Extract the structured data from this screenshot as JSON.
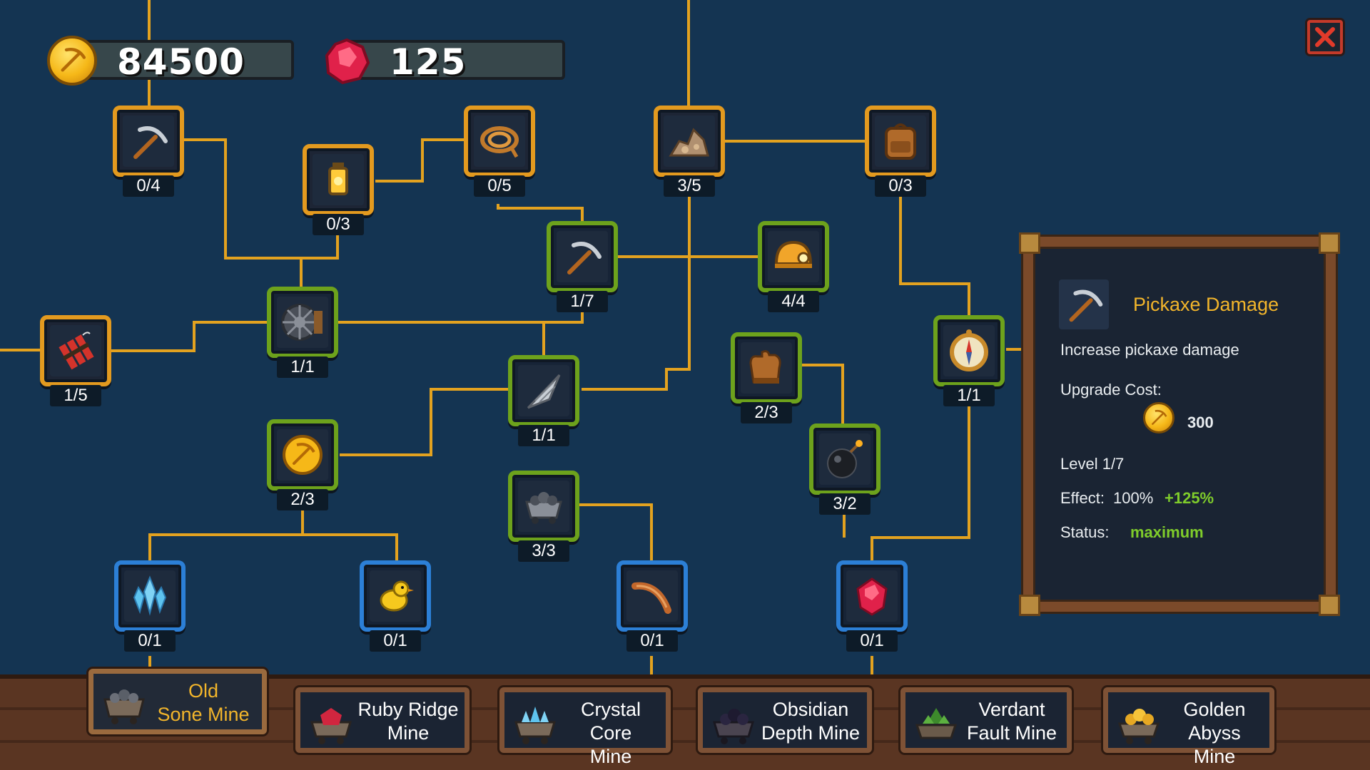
{
  "currency": {
    "gold": "84500",
    "gems": "125"
  },
  "nodes": [
    {
      "id": "pickaxe-top",
      "level": "0/4",
      "icon": "pickaxe-icon",
      "tier": "orange"
    },
    {
      "id": "lantern",
      "level": "0/3",
      "icon": "lantern-icon",
      "tier": "orange"
    },
    {
      "id": "rope",
      "level": "0/5",
      "icon": "rope-icon",
      "tier": "orange"
    },
    {
      "id": "ore-pile",
      "level": "3/5",
      "icon": "ore-pile-icon",
      "tier": "orange"
    },
    {
      "id": "backpack",
      "level": "0/3",
      "icon": "backpack-icon",
      "tier": "orange"
    },
    {
      "id": "pickaxe-damage",
      "level": "1/7",
      "icon": "pickaxe-icon",
      "tier": "green"
    },
    {
      "id": "helmet",
      "level": "4/4",
      "icon": "mining-helmet-icon",
      "tier": "green"
    },
    {
      "id": "dynamite",
      "level": "1/5",
      "icon": "dynamite-icon",
      "tier": "orange"
    },
    {
      "id": "wheel",
      "level": "1/1",
      "icon": "cart-wheel-icon",
      "tier": "green"
    },
    {
      "id": "compass",
      "level": "1/1",
      "icon": "compass-icon",
      "tier": "green"
    },
    {
      "id": "drill",
      "level": "1/1",
      "icon": "drill-icon",
      "tier": "green"
    },
    {
      "id": "gloves",
      "level": "2/3",
      "icon": "gloves-icon",
      "tier": "green"
    },
    {
      "id": "gold-coin",
      "level": "2/3",
      "icon": "gold-coin-icon",
      "tier": "green"
    },
    {
      "id": "bomb",
      "level": "3/2",
      "icon": "bomb-icon",
      "tier": "green"
    },
    {
      "id": "ore-cart",
      "level": "3/3",
      "icon": "ore-cart-icon",
      "tier": "green"
    },
    {
      "id": "crystal",
      "level": "0/1",
      "icon": "crystal-icon",
      "tier": "blue"
    },
    {
      "id": "canary",
      "level": "0/1",
      "icon": "canary-icon",
      "tier": "blue"
    },
    {
      "id": "boomerang",
      "level": "0/1",
      "icon": "boomerang-icon",
      "tier": "blue"
    },
    {
      "id": "ruby",
      "level": "0/1",
      "icon": "ruby-icon",
      "tier": "blue"
    }
  ],
  "panel": {
    "title": "Pickaxe Damage",
    "description": "Increase pickaxe damage",
    "cost_label": "Upgrade Cost:",
    "cost_value": "300",
    "level_text": "Level 1/7",
    "effect_label": "Effect:",
    "effect_value": "100%",
    "effect_bonus": "+125%",
    "status_label": "Status:",
    "status_value": "maximum"
  },
  "mines": [
    {
      "line1": "Old",
      "line2": "Sone Mine",
      "active": true,
      "color": "#6b6f78"
    },
    {
      "line1": "Ruby Ridge",
      "line2": "Mine",
      "active": false,
      "color": "#d1263f"
    },
    {
      "line1": "Crystal Core",
      "line2": "Mine",
      "active": false,
      "color": "#5ec4ef"
    },
    {
      "line1": "Obsidian",
      "line2": "Depth Mine",
      "active": false,
      "color": "#2a2540"
    },
    {
      "line1": "Verdant",
      "line2": "Fault Mine",
      "active": false,
      "color": "#3d8a2c"
    },
    {
      "line1": "Golden",
      "line2": "Abyss Mine",
      "active": false,
      "color": "#e6a823"
    }
  ],
  "colors": {
    "background": "#143452",
    "connector": "#e3a21f",
    "accent_gold": "#f2b52b",
    "accent_green": "#7fcc2b"
  }
}
